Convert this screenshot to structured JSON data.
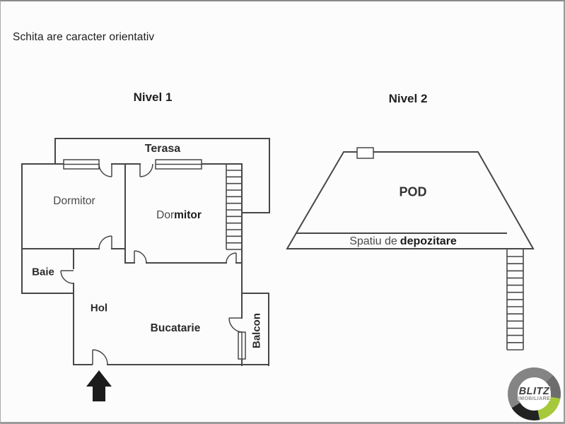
{
  "page": {
    "disclaimer": "Schita are caracter orientativ"
  },
  "levels": {
    "level1": "Nivel 1",
    "level2": "Nivel 2"
  },
  "rooms": {
    "terasa": "Terasa",
    "dormitor1": "Dormitor",
    "dormitor2_a": "Dor",
    "dormitor2_b": "mitor",
    "baie": "Baie",
    "hol": "Hol",
    "bucatarie": "Bucatarie",
    "balcon": "Balcon",
    "pod": "POD",
    "depozitare_a": "Spatiu de",
    "depozitare_b": "depozitare"
  },
  "logo": {
    "brand": "BLITZ",
    "sub": "IMOBILIARE"
  },
  "colors": {
    "wall": "#474747",
    "text": "#2b2b2b",
    "background": "#fcfcfc",
    "frame_border": "#9b9b9b",
    "logo_green": "#a6c93c",
    "logo_gray": "#848484",
    "logo_dark": "#222222",
    "arrow_black": "#1c1c1c"
  }
}
